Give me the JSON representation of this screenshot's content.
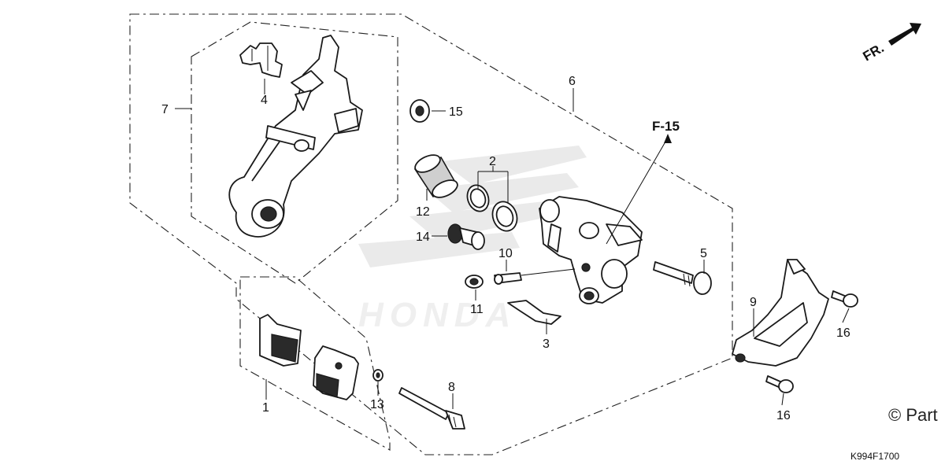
{
  "diagram": {
    "part_callouts": [
      {
        "id": "c1",
        "label": "1"
      },
      {
        "id": "c2",
        "label": "2"
      },
      {
        "id": "c3",
        "label": "3"
      },
      {
        "id": "c4",
        "label": "4"
      },
      {
        "id": "c5",
        "label": "5"
      },
      {
        "id": "c6",
        "label": "6"
      },
      {
        "id": "c7",
        "label": "7"
      },
      {
        "id": "c8",
        "label": "8"
      },
      {
        "id": "c9",
        "label": "9"
      },
      {
        "id": "c10",
        "label": "10"
      },
      {
        "id": "c11",
        "label": "11"
      },
      {
        "id": "c12",
        "label": "12"
      },
      {
        "id": "c13",
        "label": "13"
      },
      {
        "id": "c14",
        "label": "14"
      },
      {
        "id": "c15",
        "label": "15"
      },
      {
        "id": "c16a",
        "label": "16"
      },
      {
        "id": "c16b",
        "label": "16"
      }
    ],
    "section_reference": "F-15",
    "front_indicator": "FR.",
    "figure_code": "K994F1700",
    "copyright": "© Part",
    "watermark": "HONDA"
  }
}
